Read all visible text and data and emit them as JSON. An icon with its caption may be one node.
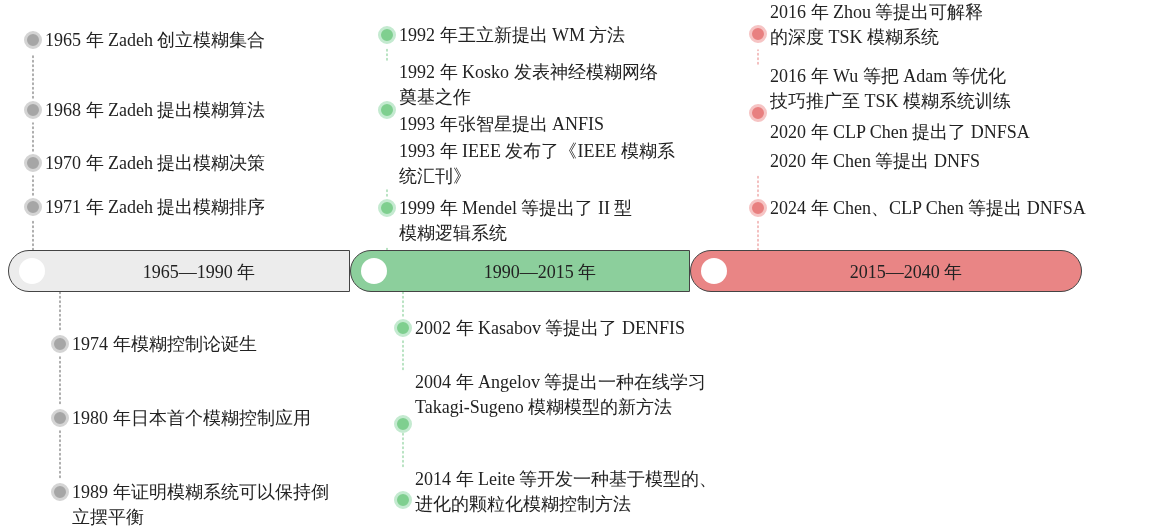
{
  "diagram": {
    "nodes": [
      {
        "text": [
          "1965—1990 年"
        ]
      },
      {
        "text": [
          "1990—2015 年"
        ]
      },
      {
        "text": [
          "2015—2040 年"
        ]
      },
      {
        "text": [
          "1965 年 Zadeh 创立模糊集合"
        ]
      },
      {
        "text": [
          "1968 年 Zadeh 提出模糊算法"
        ]
      },
      {
        "text": [
          "1970 年 Zadeh 提出模糊决策"
        ]
      },
      {
        "text": [
          "1971 年 Zadeh 提出模糊排序"
        ]
      },
      {
        "text": [
          "1992 年王立新提出 WM 方法"
        ]
      },
      {
        "text": [
          "1992 年 Kosko 发表神经模糊网络奠基之作",
          "1993 年张智星提出 ANFIS",
          "1993 年 IEEE 发布了《IEEE 模糊系统汇刊》"
        ]
      },
      {
        "text": [
          "1999 年 Mendel 等提出了 II 型模糊逻辑系统"
        ]
      },
      {
        "text": [
          "2016 年 Zhou 等提出可解释的深度 TSK 模糊系统"
        ]
      },
      {
        "text": [
          "2016 年 Wu 等把 Adam 等优化技巧推广至 TSK 模糊系统训练",
          "2020 年 CLP Chen 提出了 DNFSA",
          "2020 年 Chen 等提出 DNFS"
        ]
      },
      {
        "text": [
          "2024 年 Chen、CLP Chen 等提出 DNFSA"
        ]
      },
      {
        "text": [
          "1974 年模糊控制论诞生"
        ]
      },
      {
        "text": [
          "1980 年日本首个模糊控制应用"
        ]
      },
      {
        "text": [
          "1989 年证明模糊系统可以保持倒立摆平衡"
        ]
      },
      {
        "text": [
          "2002 年 Kasabov 等提出了 DENFIS"
        ]
      },
      {
        "text": [
          "2004 年 Angelov 等提出一种在线学习 Takagi-Sugeno 模糊模型的新方法"
        ]
      },
      {
        "text": [
          "2014 年 Leite 等开发一种基于模型的、进化的颗粒化模糊控制方法"
        ]
      }
    ],
    "edges": [
      {
        "from": 0,
        "to": 6,
        "arrow": "none",
        "style": "dashed"
      },
      {
        "from": 6,
        "to": 5,
        "arrow": "none",
        "style": "dashed"
      },
      {
        "from": 5,
        "to": 4,
        "arrow": "none",
        "style": "dashed"
      },
      {
        "from": 4,
        "to": 3,
        "arrow": "none",
        "style": "dashed"
      },
      {
        "from": 0,
        "to": 13,
        "arrow": "none",
        "style": "dashed"
      },
      {
        "from": 13,
        "to": 14,
        "arrow": "none",
        "style": "dashed"
      },
      {
        "from": 14,
        "to": 15,
        "arrow": "none",
        "style": "dashed"
      },
      {
        "from": 1,
        "to": 9,
        "arrow": "none",
        "style": "dashed",
        "color": "#a8dcb4"
      },
      {
        "from": 9,
        "to": 8,
        "arrow": "none",
        "style": "dashed",
        "color": "#a8dcb4"
      },
      {
        "from": 8,
        "to": 7,
        "arrow": "none",
        "style": "dashed",
        "color": "#a8dcb4"
      },
      {
        "from": 1,
        "to": 16,
        "arrow": "none",
        "style": "dashed",
        "color": "#a8dcb4"
      },
      {
        "from": 16,
        "to": 17,
        "arrow": "none",
        "style": "dashed",
        "color": "#a8dcb4"
      },
      {
        "from": 17,
        "to": 18,
        "arrow": "none",
        "style": "dashed",
        "color": "#a8dcb4"
      },
      {
        "from": 2,
        "to": 12,
        "arrow": "none",
        "style": "dashed",
        "color": "#f0b0b0"
      },
      {
        "from": 12,
        "to": 11,
        "arrow": "none",
        "style": "dashed",
        "color": "#f0b0b0"
      },
      {
        "from": 11,
        "to": 10,
        "arrow": "none",
        "style": "dashed",
        "color": "#f0b0b0"
      }
    ]
  }
}
